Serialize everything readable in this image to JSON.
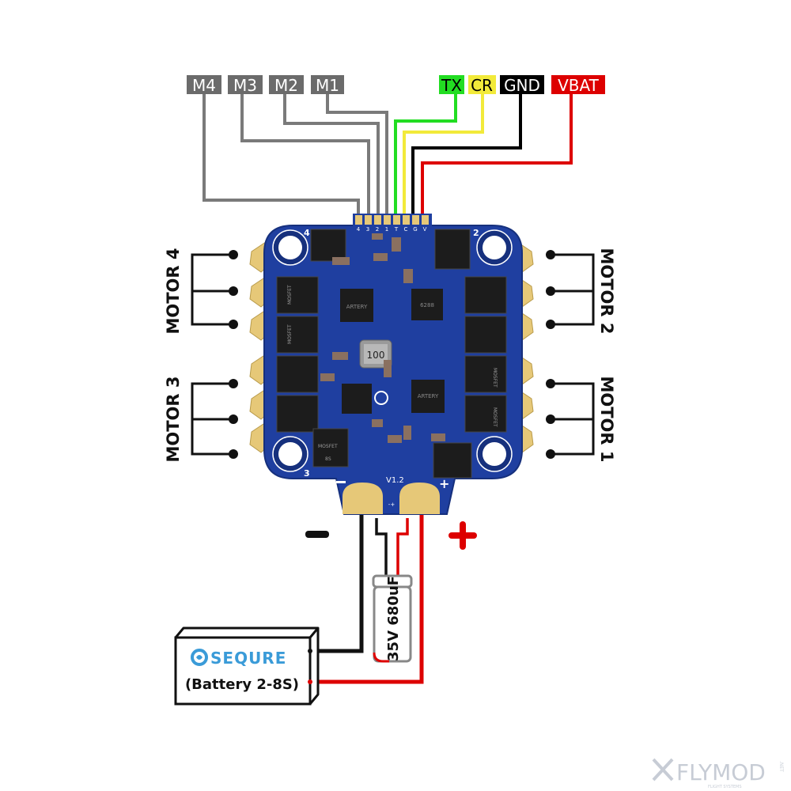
{
  "title": "ESC wiring diagram",
  "connector_labels": [
    {
      "id": "m4",
      "text": "M4",
      "bg": "#6b6b6b",
      "fg": "#ffffff",
      "wire": "#7a7a7a"
    },
    {
      "id": "m3",
      "text": "M3",
      "bg": "#6b6b6b",
      "fg": "#ffffff",
      "wire": "#7a7a7a"
    },
    {
      "id": "m2",
      "text": "M2",
      "bg": "#6b6b6b",
      "fg": "#ffffff",
      "wire": "#7a7a7a"
    },
    {
      "id": "m1",
      "text": "M1",
      "bg": "#6b6b6b",
      "fg": "#ffffff",
      "wire": "#7a7a7a"
    },
    {
      "id": "tx",
      "text": "TX",
      "bg": "#22dd22",
      "fg": "#000000",
      "wire": "#22dd22"
    },
    {
      "id": "cr",
      "text": "CR",
      "bg": "#f2ea3a",
      "fg": "#000000",
      "wire": "#f2ea3a"
    },
    {
      "id": "gnd",
      "text": "GND",
      "bg": "#000000",
      "fg": "#ffffff",
      "wire": "#000000"
    },
    {
      "id": "vbat",
      "text": "VBAT",
      "bg": "#dd0000",
      "fg": "#ffffff",
      "wire": "#dd0000"
    }
  ],
  "pin_silk": [
    "4",
    "3",
    "2",
    "1",
    "T",
    "C",
    "G",
    "V"
  ],
  "motors": {
    "motor4": "MOTOR 4",
    "motor3": "MOTOR 3",
    "motor2": "MOTOR 2",
    "motor1": "MOTOR 1"
  },
  "board": {
    "corner_numbers": [
      "4",
      "2",
      "3"
    ],
    "version": "V1.2",
    "inductor": "100",
    "mosfet_label": "MOSFET",
    "mosfet_voltage": "8S",
    "chip_brand": "ARTERY",
    "chip_code": "6288",
    "pad_minus": "−",
    "pad_plus": "+",
    "pad_polarity": "-+"
  },
  "power": {
    "minus_symbol": "−",
    "plus_symbol": "+",
    "capacitor_label": "35V 680uF"
  },
  "battery": {
    "brand": "SEQURE",
    "label": "(Battery 2-8S)"
  },
  "watermark": {
    "name": "FLYMOD",
    "tagline": "FLIGHT SYSTEMS",
    "suffix": ".NET"
  },
  "colors": {
    "pcb": "#1f3fa0",
    "pcb_dark": "#16307d",
    "gold": "#e6c878",
    "wire_black": "#111111",
    "wire_red": "#dd0000",
    "battery_blue": "#3a9bd8"
  }
}
